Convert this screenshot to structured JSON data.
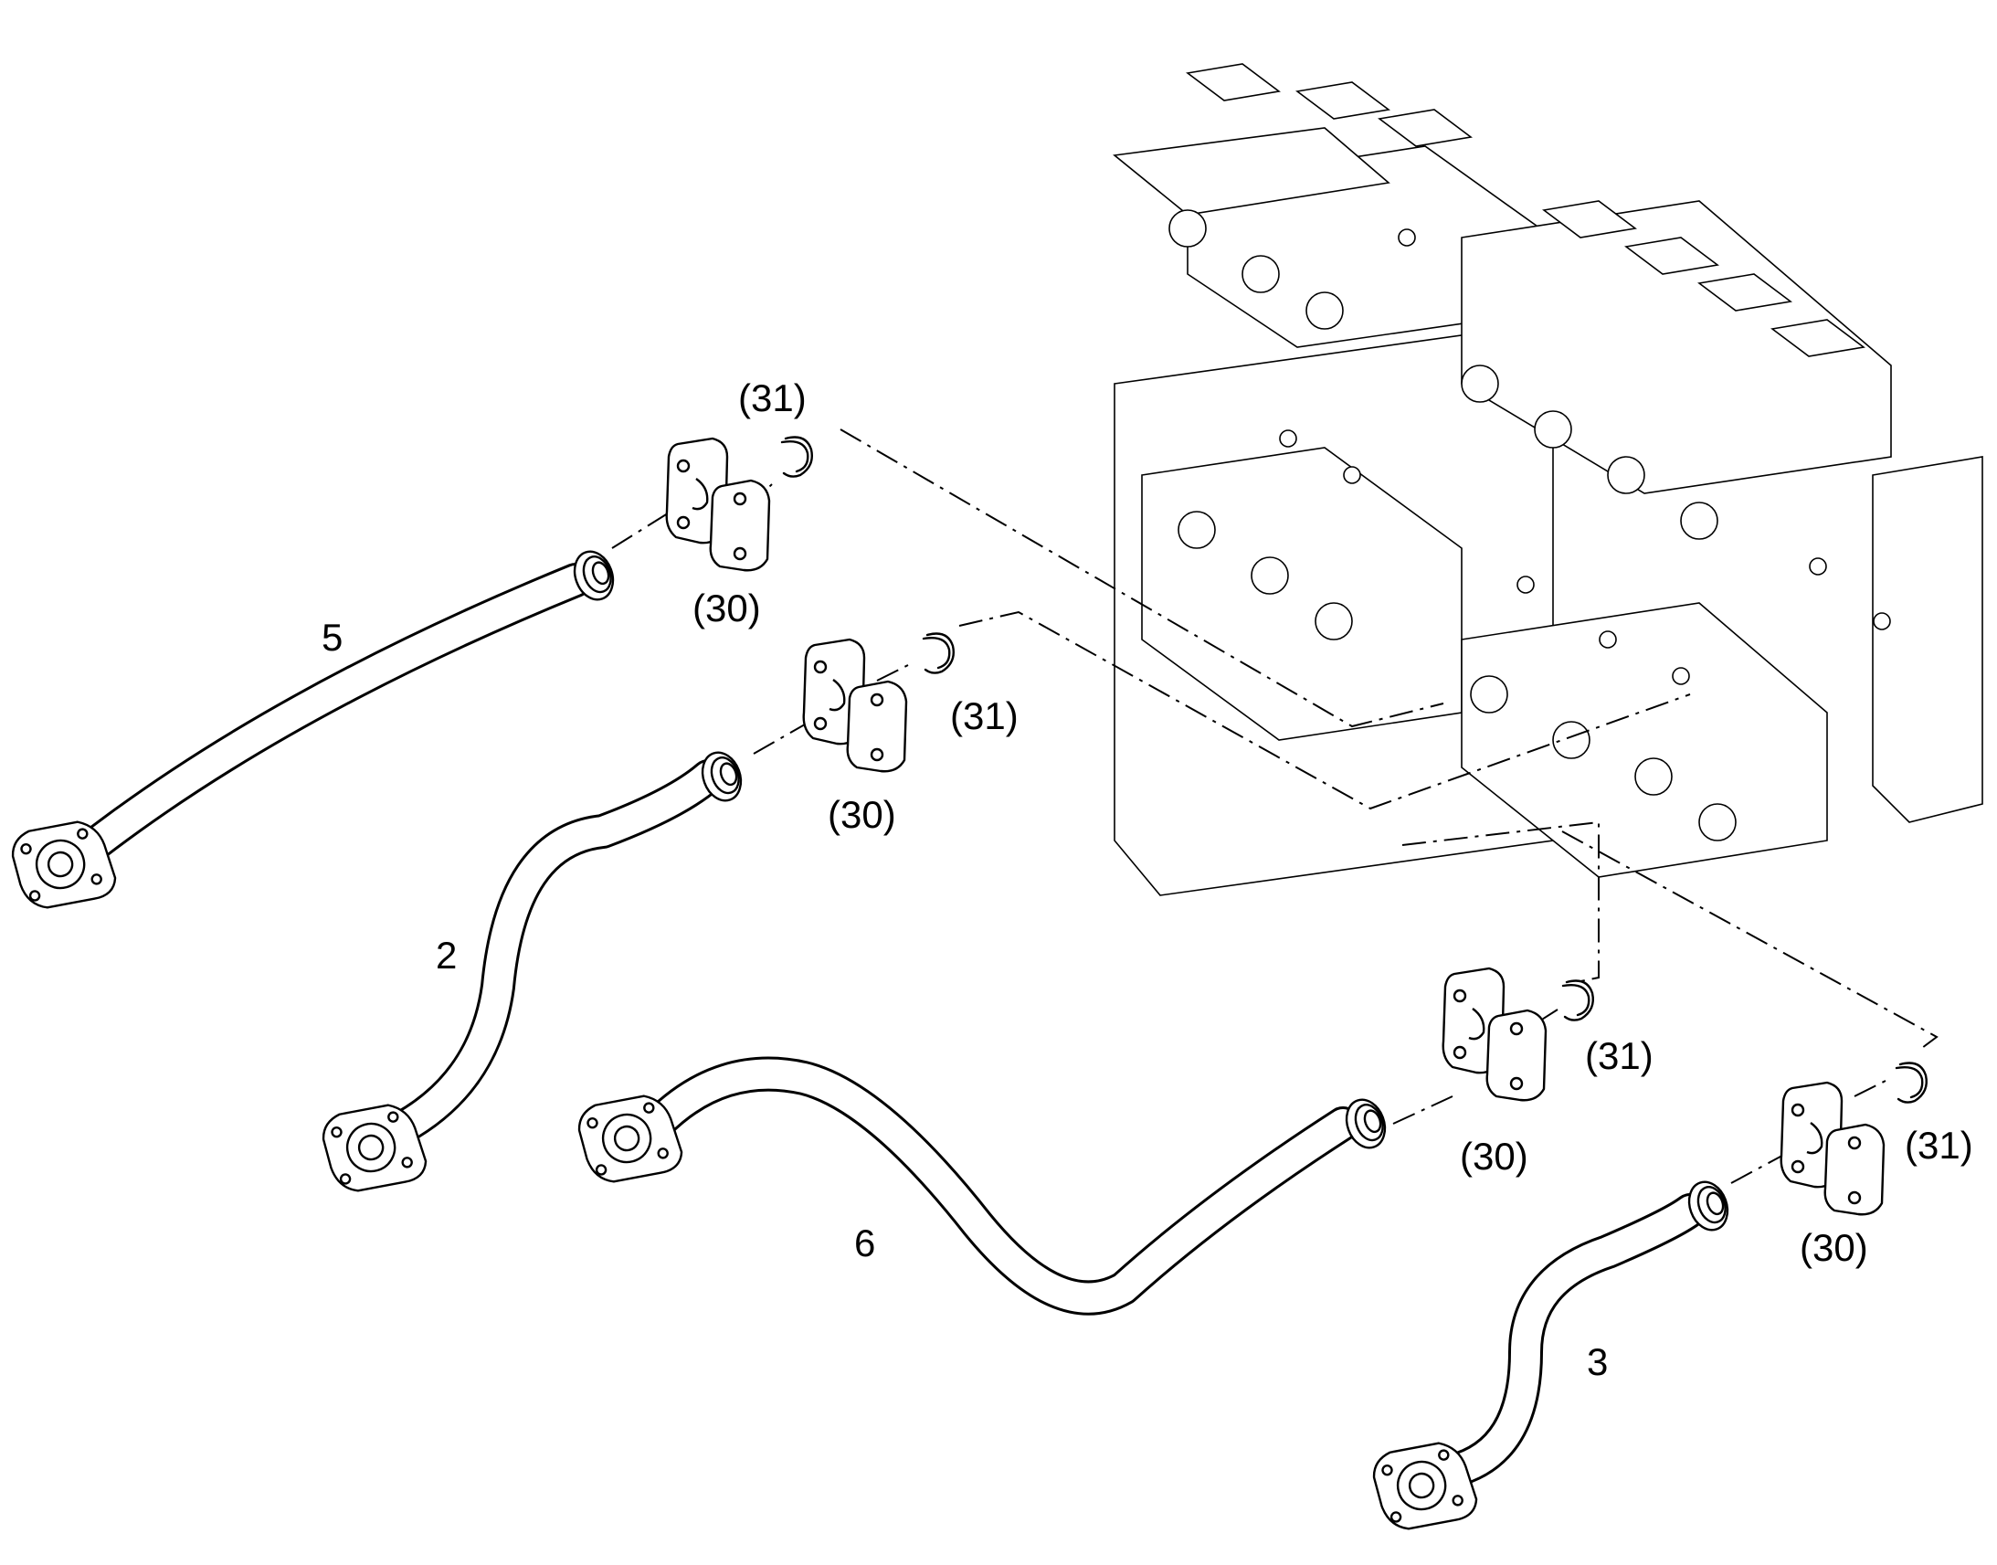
{
  "parts": {
    "tube_5": "5",
    "tube_2": "2",
    "tube_6": "6",
    "tube_3": "3"
  },
  "callouts": {
    "clamp_a": "(30)",
    "ring_a": "(31)",
    "clamp_b": "(30)",
    "ring_b": "(31)",
    "clamp_c": "(30)",
    "ring_c": "(31)",
    "clamp_d": "(30)",
    "ring_d": "(31)"
  }
}
